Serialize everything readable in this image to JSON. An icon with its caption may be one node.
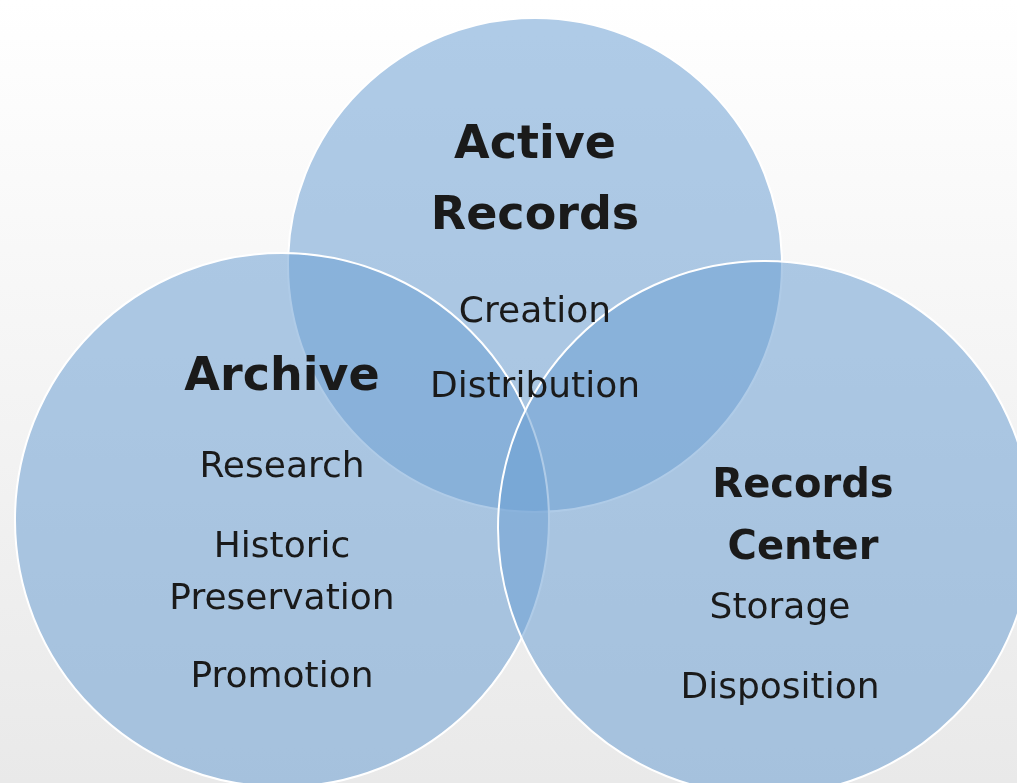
{
  "diagram": {
    "nodes": [
      {
        "text": [
          "Active Records",
          "Creation",
          "Distribution"
        ]
      },
      {
        "text": [
          "Archive",
          "Research",
          "Historic Preservation",
          "Promotion"
        ]
      },
      {
        "text": [
          "Records Center",
          "Storage",
          "Disposition"
        ]
      }
    ]
  }
}
